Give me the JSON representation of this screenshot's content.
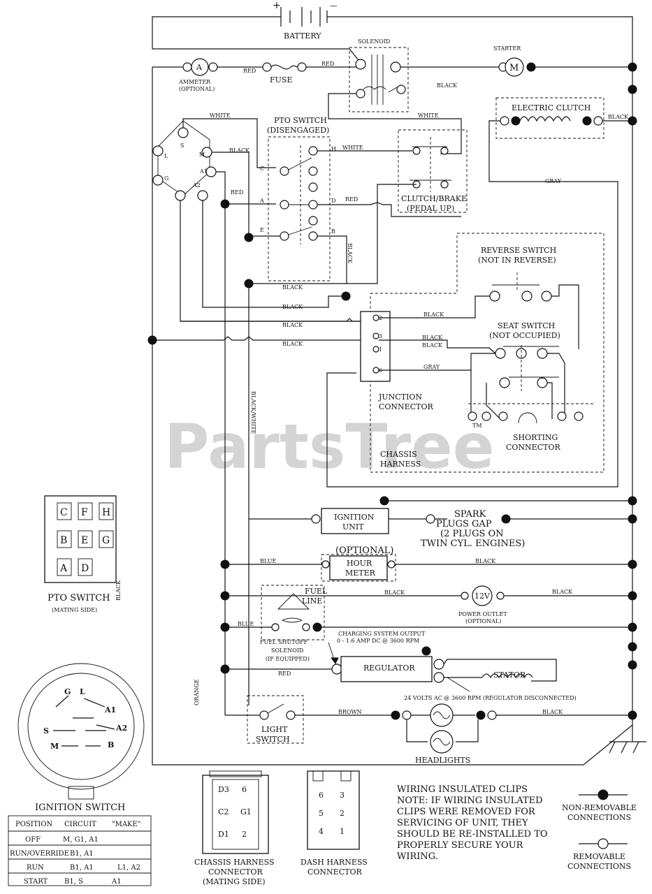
{
  "watermark": "PartsTree",
  "trademark": "TM",
  "components": {
    "battery": "BATTERY",
    "battery_pos": "+",
    "battery_neg": "—",
    "solenoid": "SOLENOID",
    "starter": "STARTER",
    "starter_symbol": "M",
    "ammeter": "AMMETER",
    "ammeter_optional": "(OPTIONAL)",
    "ammeter_symbol": "A",
    "fuse": "FUSE",
    "electric_clutch": "ELECTRIC CLUTCH",
    "pto_switch_title": "PTO SWITCH",
    "pto_switch_state": "(DISENGAGED)",
    "clutch_brake_title": "CLUTCH/BRAKE",
    "clutch_brake_state": "(PEDAL UP)",
    "reverse_switch_title": "REVERSE SWITCH",
    "reverse_switch_state": "(NOT IN REVERSE)",
    "seat_switch_title": "SEAT SWITCH",
    "seat_switch_state": "(NOT OCCUPIED)",
    "junction_connector_1": "JUNCTION",
    "junction_connector_2": "CONNECTOR",
    "shorting_connector_1": "SHORTING",
    "shorting_connector_2": "CONNECTOR",
    "chassis_harness_1": "CHASSIS",
    "chassis_harness_2": "HARNESS",
    "ignition_unit_1": "IGNITION",
    "ignition_unit_2": "UNIT",
    "spark_plugs_1": "SPARK",
    "spark_plugs_2": "PLUGS GAP",
    "spark_plugs_3": "(2 PLUGS ON",
    "spark_plugs_4": "TWIN CYL. ENGINES)",
    "hour_meter_optional": "(OPTIONAL)",
    "hour_meter_1": "HOUR",
    "hour_meter_2": "METER",
    "fuel_line_1": "FUEL",
    "fuel_line_2": "LINE",
    "power_outlet_symbol": "12V",
    "power_outlet_1": "POWER OUTLET",
    "power_outlet_2": "(OPTIONAL)",
    "fuel_solenoid_1": "FUEL SHUTOFF",
    "fuel_solenoid_2": "SOLENOID",
    "fuel_solenoid_3": "(IF EQUIPPED)",
    "charging_output_1": "CHARGING SYSTEM OUTPUT",
    "charging_output_2": "0 - 1.6 AMP DC @ 3600 RPM",
    "regulator": "REGULATOR",
    "stator": "STATOR",
    "stator_spec": "24 VOLTS AC @ 3600 RPM (REGULATOR DISCONNECTED)",
    "light_switch_1": "LIGHT",
    "light_switch_2": "SWITCH",
    "headlights": "HEADLIGHTS"
  },
  "wire_colors": {
    "red": "RED",
    "black": "BLACK",
    "white": "WHITE",
    "gray": "GRAY",
    "blue": "BLUE",
    "brown": "BROWN",
    "orange": "ORANGE",
    "black_white": "BLACK/WHITE"
  },
  "pto_terminals": [
    "C",
    "H",
    "A",
    "D",
    "E",
    "B"
  ],
  "ignition_terminals": [
    "G",
    "L",
    "S",
    "M",
    "A1",
    "A2",
    "B"
  ],
  "junction_pins": [
    "2",
    "3",
    "1",
    "6"
  ],
  "pto_mating": {
    "title": "PTO SWITCH",
    "subtitle": "(MATING SIDE)",
    "cells": [
      [
        "C",
        "F",
        "H"
      ],
      [
        "B",
        "E",
        "G"
      ],
      [
        "A",
        "D",
        ""
      ]
    ]
  },
  "ignition_switch": {
    "title": "IGNITION SWITCH",
    "headers": [
      "POSITION",
      "CIRCUIT",
      "\"MAKE\""
    ],
    "rows": [
      [
        "OFF",
        "M, G1, A1",
        ""
      ],
      [
        "RUN/OVERRIDE",
        "B1, A1",
        ""
      ],
      [
        "RUN",
        "B1, A1",
        "L1, A2"
      ],
      [
        "START",
        "B1, S",
        "A1"
      ]
    ]
  },
  "chassis_connector": {
    "title_1": "CHASSIS HARNESS",
    "title_2": "CONNECTOR",
    "title_3": "(MATING SIDE)",
    "pins": [
      "D3",
      "6",
      "C2",
      "G1",
      "D1",
      "2"
    ]
  },
  "dash_connector": {
    "title_1": "DASH HARNESS",
    "title_2": "CONNECTOR",
    "pins": [
      "6",
      "3",
      "5",
      "2",
      "4",
      "1"
    ]
  },
  "notes": {
    "clips_title": "WIRING INSULATED CLIPS",
    "clips_lines": [
      "NOTE: IF WIRING INSULATED",
      "CLIPS WERE REMOVED FOR",
      "SERVICING OF UNIT, THEY",
      "SHOULD BE RE-INSTALLED TO",
      "PROPERLY SECURE YOUR",
      "WIRING."
    ],
    "non_removable_1": "NON-REMOVABLE",
    "non_removable_2": "CONNECTIONS",
    "removable_1": "REMOVABLE",
    "removable_2": "CONNECTIONS"
  }
}
